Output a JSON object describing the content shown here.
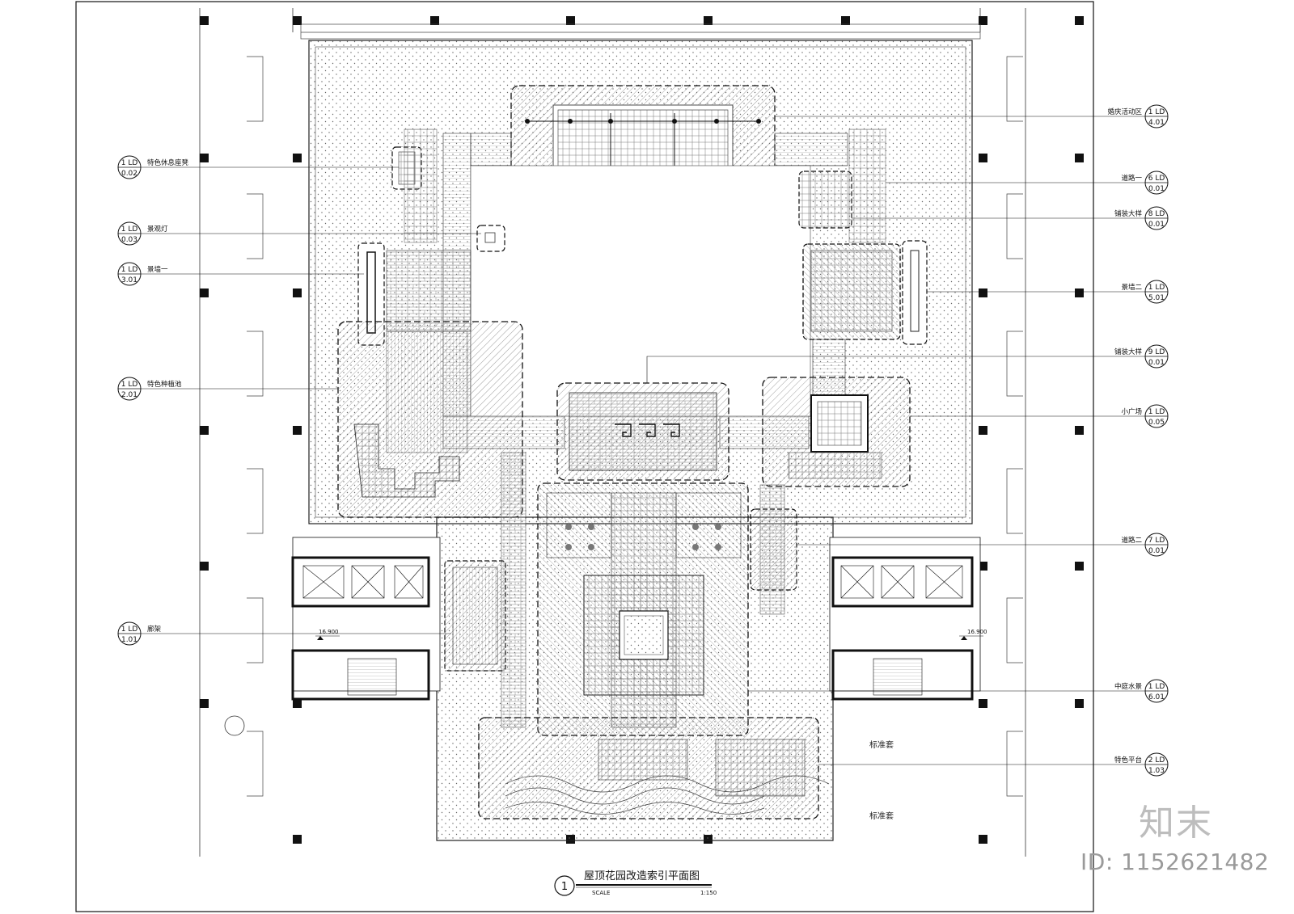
{
  "drawing": {
    "title": "屋顶花园改造索引平面图",
    "number": "1",
    "scale_label": "SCALE",
    "scale_value": "1:150"
  },
  "tags_left": [
    {
      "top": "1 LD",
      "bottom": "0.02",
      "label": "特色休息座凳"
    },
    {
      "top": "1 LD",
      "bottom": "0.03",
      "label": "景观灯"
    },
    {
      "top": "1 LD",
      "bottom": "3.01",
      "label": "景墙一"
    },
    {
      "top": "1 LD",
      "bottom": "2.01",
      "label": "特色种植池"
    },
    {
      "top": "1 LD",
      "bottom": "1.01",
      "label": "廊架"
    }
  ],
  "tags_right": [
    {
      "top": "1 LD",
      "bottom": "4.01",
      "label": "婚庆活动区"
    },
    {
      "top": "6 LD",
      "bottom": "0.01",
      "label": "道路一"
    },
    {
      "top": "8 LD",
      "bottom": "0.01",
      "label": "铺装大样"
    },
    {
      "top": "1 LD",
      "bottom": "5.01",
      "label": "景墙二"
    },
    {
      "top": "9 LD",
      "bottom": "0.01",
      "label": "铺装大样"
    },
    {
      "top": "1 LD",
      "bottom": "0.05",
      "label": "小广场"
    },
    {
      "top": "7 LD",
      "bottom": "0.01",
      "label": "道路二"
    },
    {
      "top": "1 LD",
      "bottom": "6.01",
      "label": "中庭水景"
    },
    {
      "top": "2 LD",
      "bottom": "1.03",
      "label": "特色平台"
    }
  ],
  "rooms": [
    "标准套",
    "标准套"
  ],
  "elevations": [
    "16.900",
    "16.900"
  ],
  "watermark": {
    "logo": "知末",
    "id": "ID: 1152621482"
  }
}
